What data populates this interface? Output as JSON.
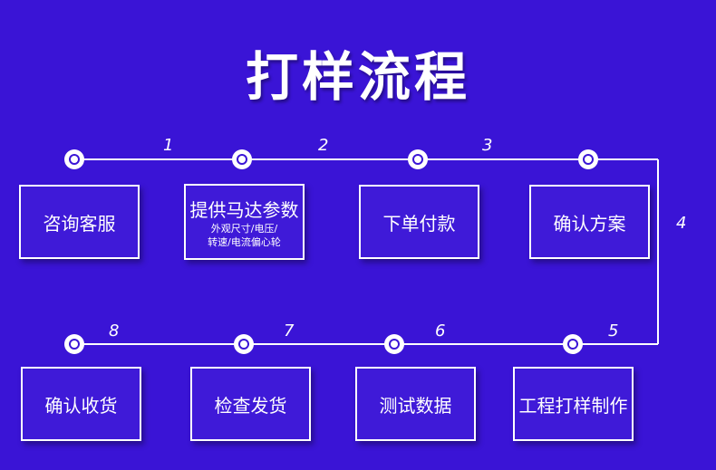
{
  "title": "打样流程",
  "steps": [
    {
      "num": "1",
      "label": "咨询客服"
    },
    {
      "num": "2",
      "label": "提供马达参数",
      "sub1": "外观尺寸/电压/",
      "sub2": "转速/电流偏心轮"
    },
    {
      "num": "3",
      "label": "下单付款"
    },
    {
      "num": "4",
      "label": "确认方案"
    },
    {
      "num": "5",
      "label": "工程打样制作"
    },
    {
      "num": "6",
      "label": "测试数据"
    },
    {
      "num": "7",
      "label": "检查发货"
    },
    {
      "num": "8",
      "label": "确认收货"
    }
  ],
  "colors": {
    "background": "#3a14d6",
    "line": "#ffffff"
  }
}
